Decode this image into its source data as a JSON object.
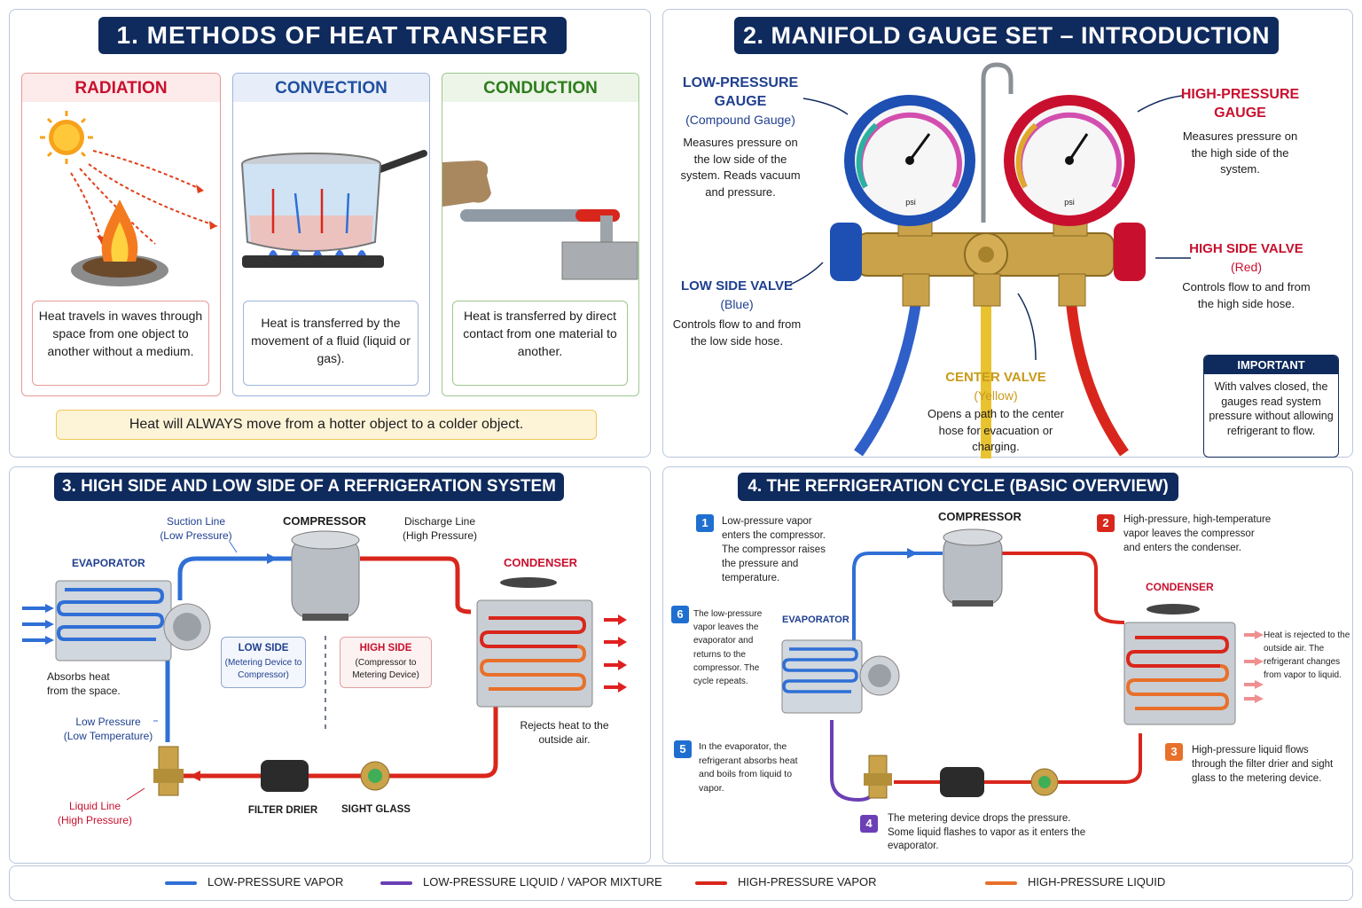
{
  "panel1": {
    "title": "1. METHODS OF HEAT TRANSFER",
    "radiation": {
      "title": "RADIATION",
      "text": "Heat travels in waves through space from one object to another without a medium."
    },
    "convection": {
      "title": "CONVECTION",
      "text": "Heat is transferred by the movement of a fluid (liquid or gas)."
    },
    "conduction": {
      "title": "CONDUCTION",
      "text": "Heat is transferred by direct contact from one material to another."
    },
    "rule": "Heat will ALWAYS move from a hotter object to a colder object."
  },
  "panel2": {
    "title": "2. MANIFOLD GAUGE SET – INTRODUCTION",
    "low_gauge": {
      "title": "LOW-PRESSURE GAUGE",
      "subtitle": "(Compound Gauge)",
      "text": "Measures pressure on the low side of the system. Reads vacuum and pressure."
    },
    "high_gauge": {
      "title": "HIGH-PRESSURE GAUGE",
      "text": "Measures pressure on the high side of the system."
    },
    "low_valve": {
      "title": "LOW SIDE VALVE",
      "subtitle": "(Blue)",
      "text": "Controls flow to and from the low side hose."
    },
    "high_valve": {
      "title": "HIGH SIDE VALVE",
      "subtitle": "(Red)",
      "text": "Controls flow to and from the high side hose."
    },
    "center_valve": {
      "title": "CENTER VALVE",
      "subtitle": "(Yellow)",
      "text": "Opens a path to the center hose for evacuation or charging."
    },
    "important": {
      "title": "IMPORTANT",
      "text": "With valves closed, the gauges read system pressure without allowing refrigerant to flow."
    },
    "gauge_unit": "psi"
  },
  "panel3": {
    "title": "3. HIGH SIDE AND LOW SIDE OF A REFRIGERATION SYSTEM",
    "suction_line": "Suction Line",
    "suction_sub": "(Low Pressure)",
    "compressor": "COMPRESSOR",
    "discharge_line": "Discharge Line",
    "discharge_sub": "(High Pressure)",
    "evaporator": "EVAPORATOR",
    "condenser": "CONDENSER",
    "absorbs": "Absorbs heat from the space.",
    "low_side": {
      "title": "LOW SIDE",
      "text": "(Metering Device to Compressor)"
    },
    "high_side": {
      "title": "HIGH SIDE",
      "text": "(Compressor to Metering Device)"
    },
    "low_pressure": "Low Pressure",
    "low_temp": "(Low Temperature)",
    "rejects": "Rejects heat to the outside air.",
    "liquid_line": "Liquid Line",
    "liquid_sub": "(High Pressure)",
    "filter_drier": "FILTER DRIER",
    "sight_glass": "SIGHT GLASS"
  },
  "panel4": {
    "title": "4. THE REFRIGERATION CYCLE (BASIC OVERVIEW)",
    "compressor": "COMPRESSOR",
    "condenser": "CONDENSER",
    "evaporator": "EVAPORATOR",
    "rejected": "Heat is rejected to the outside air. The refrigerant changes from vapor to liquid.",
    "steps": [
      {
        "n": "1",
        "text": "Low-pressure vapor enters the compressor. The compressor raises the pressure and temperature."
      },
      {
        "n": "2",
        "text": "High-pressure, high-temperature vapor leaves the compressor and enters the condenser."
      },
      {
        "n": "3",
        "text": "High-pressure liquid flows through the filter drier and sight glass to the metering device."
      },
      {
        "n": "4",
        "text": "The metering device drops the pressure. Some liquid flashes to vapor as it enters the evaporator."
      },
      {
        "n": "5",
        "text": "In the evaporator, the refrigerant absorbs heat and boils from liquid to vapor."
      },
      {
        "n": "6",
        "text": "The low-pressure vapor leaves the evaporator and returns to the compressor. The cycle repeats."
      }
    ]
  },
  "legend": [
    {
      "label": "LOW-PRESSURE VAPOR",
      "color": "#2f6fd6"
    },
    {
      "label": "LOW-PRESSURE LIQUID / VAPOR MIXTURE",
      "color": "#6b3fb5"
    },
    {
      "label": "HIGH-PRESSURE VAPOR",
      "color": "#d9261c"
    },
    {
      "label": "HIGH-PRESSURE LIQUID",
      "color": "#e8702a"
    }
  ]
}
